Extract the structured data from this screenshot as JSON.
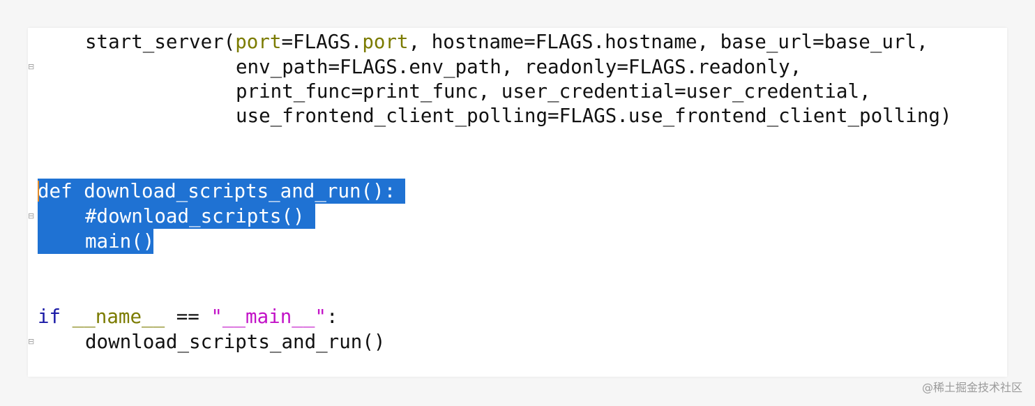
{
  "code": {
    "line1": {
      "fn": "start_server(",
      "p1_name": "port",
      "p1_val": "=FLAGS.",
      "p1_attr": "port",
      "rest": ", hostname=FLAGS.hostname, base_url=base_url,"
    },
    "line2": "env_path=FLAGS.env_path, readonly=FLAGS.readonly,",
    "line3": "print_func=print_func, user_credential=user_credential,",
    "line4": "use_frontend_client_polling=FLAGS.use_frontend_client_polling)",
    "line5": "def download_scripts_and_run():",
    "line6": "#download_scripts()",
    "line7": "main()",
    "line8": {
      "kw": "if",
      "name": " __name__ ",
      "op": "== ",
      "str": "\"__main__\"",
      "colon": ":"
    },
    "line9": "download_scripts_and_run()"
  },
  "fold_icon": "⊟",
  "watermark": "@稀土掘金技术社区",
  "colors": {
    "selection": "#1f72d3",
    "keyword": "#1a1aa6",
    "argument": "#7b7b00",
    "string": "#c212c7"
  }
}
